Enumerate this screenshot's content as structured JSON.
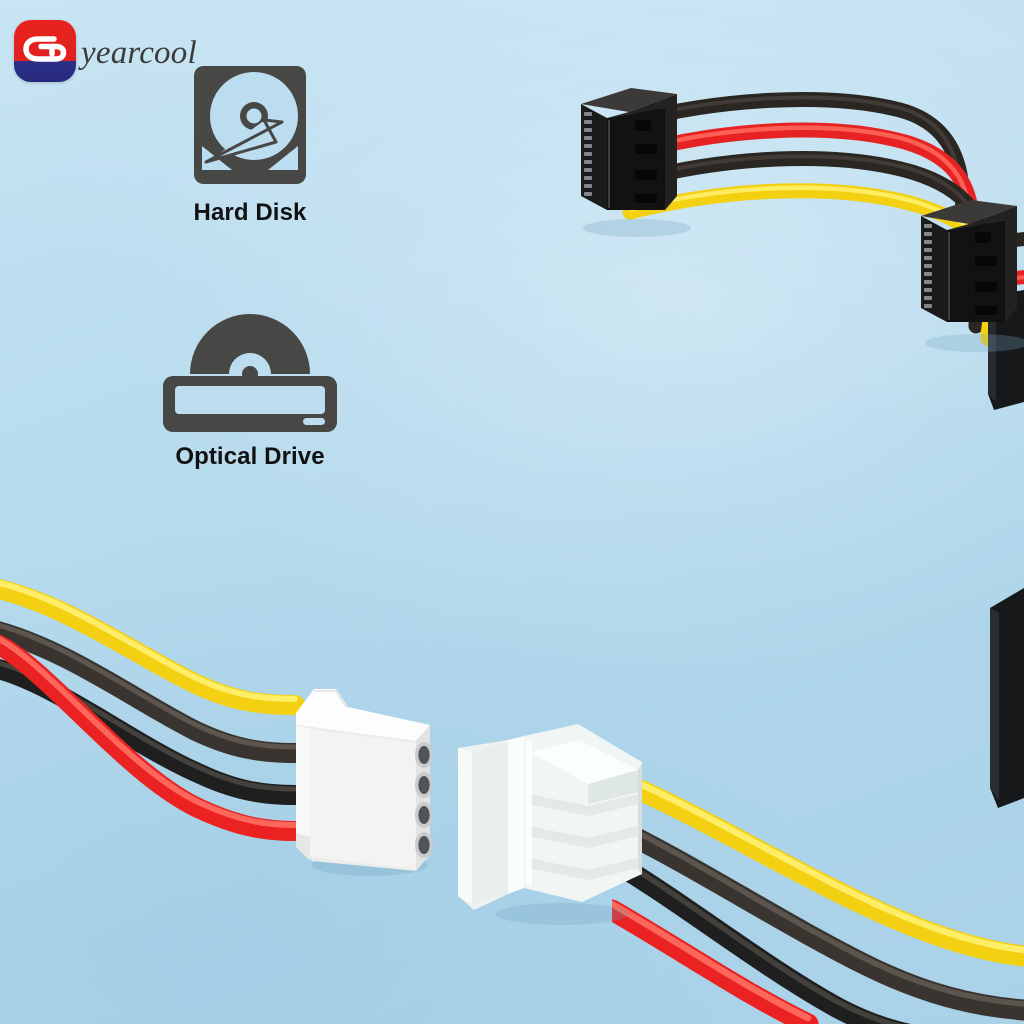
{
  "image": {
    "kind": "product-photo",
    "subject": "4-pin Molex to SATA power adapter cable",
    "background_color": "#b9dcef"
  },
  "brand": {
    "name": "yearcool",
    "logo_icon": "yearcool-g-logo-icon",
    "logo_colors": {
      "top": "#e8221f",
      "bottom": "#2b2f86",
      "mark": "#ffffff"
    }
  },
  "features": [
    {
      "id": "hard-disk",
      "label": "Hard Disk",
      "icon": "hard-disk-icon"
    },
    {
      "id": "optical-drive",
      "label": "Optical Drive",
      "icon": "optical-drive-icon"
    }
  ],
  "wire_colors": {
    "yellow": "#f5d312",
    "red": "#ef2b2b",
    "black": "#1f1f1f",
    "black_alt": "#39342f"
  },
  "connectors": [
    {
      "id": "sata-power-1",
      "type": "SATA power",
      "color": "#151515",
      "position": "top-center-right",
      "wires": [
        "black",
        "red",
        "black",
        "yellow"
      ]
    },
    {
      "id": "sata-power-2",
      "type": "SATA power",
      "color": "#151515",
      "position": "right",
      "wires": [
        "black",
        "red",
        "black",
        "yellow"
      ]
    },
    {
      "id": "molex-female",
      "type": "Molex 4-pin female",
      "color": "#f2f2f0",
      "position": "center-left",
      "pins": 4,
      "wires": [
        "yellow",
        "black",
        "black",
        "red"
      ]
    },
    {
      "id": "molex-male",
      "type": "Molex 4-pin male",
      "color": "#eef1f0",
      "position": "center",
      "pins": 4,
      "wires": [
        "yellow",
        "black",
        "black",
        "red"
      ]
    }
  ]
}
